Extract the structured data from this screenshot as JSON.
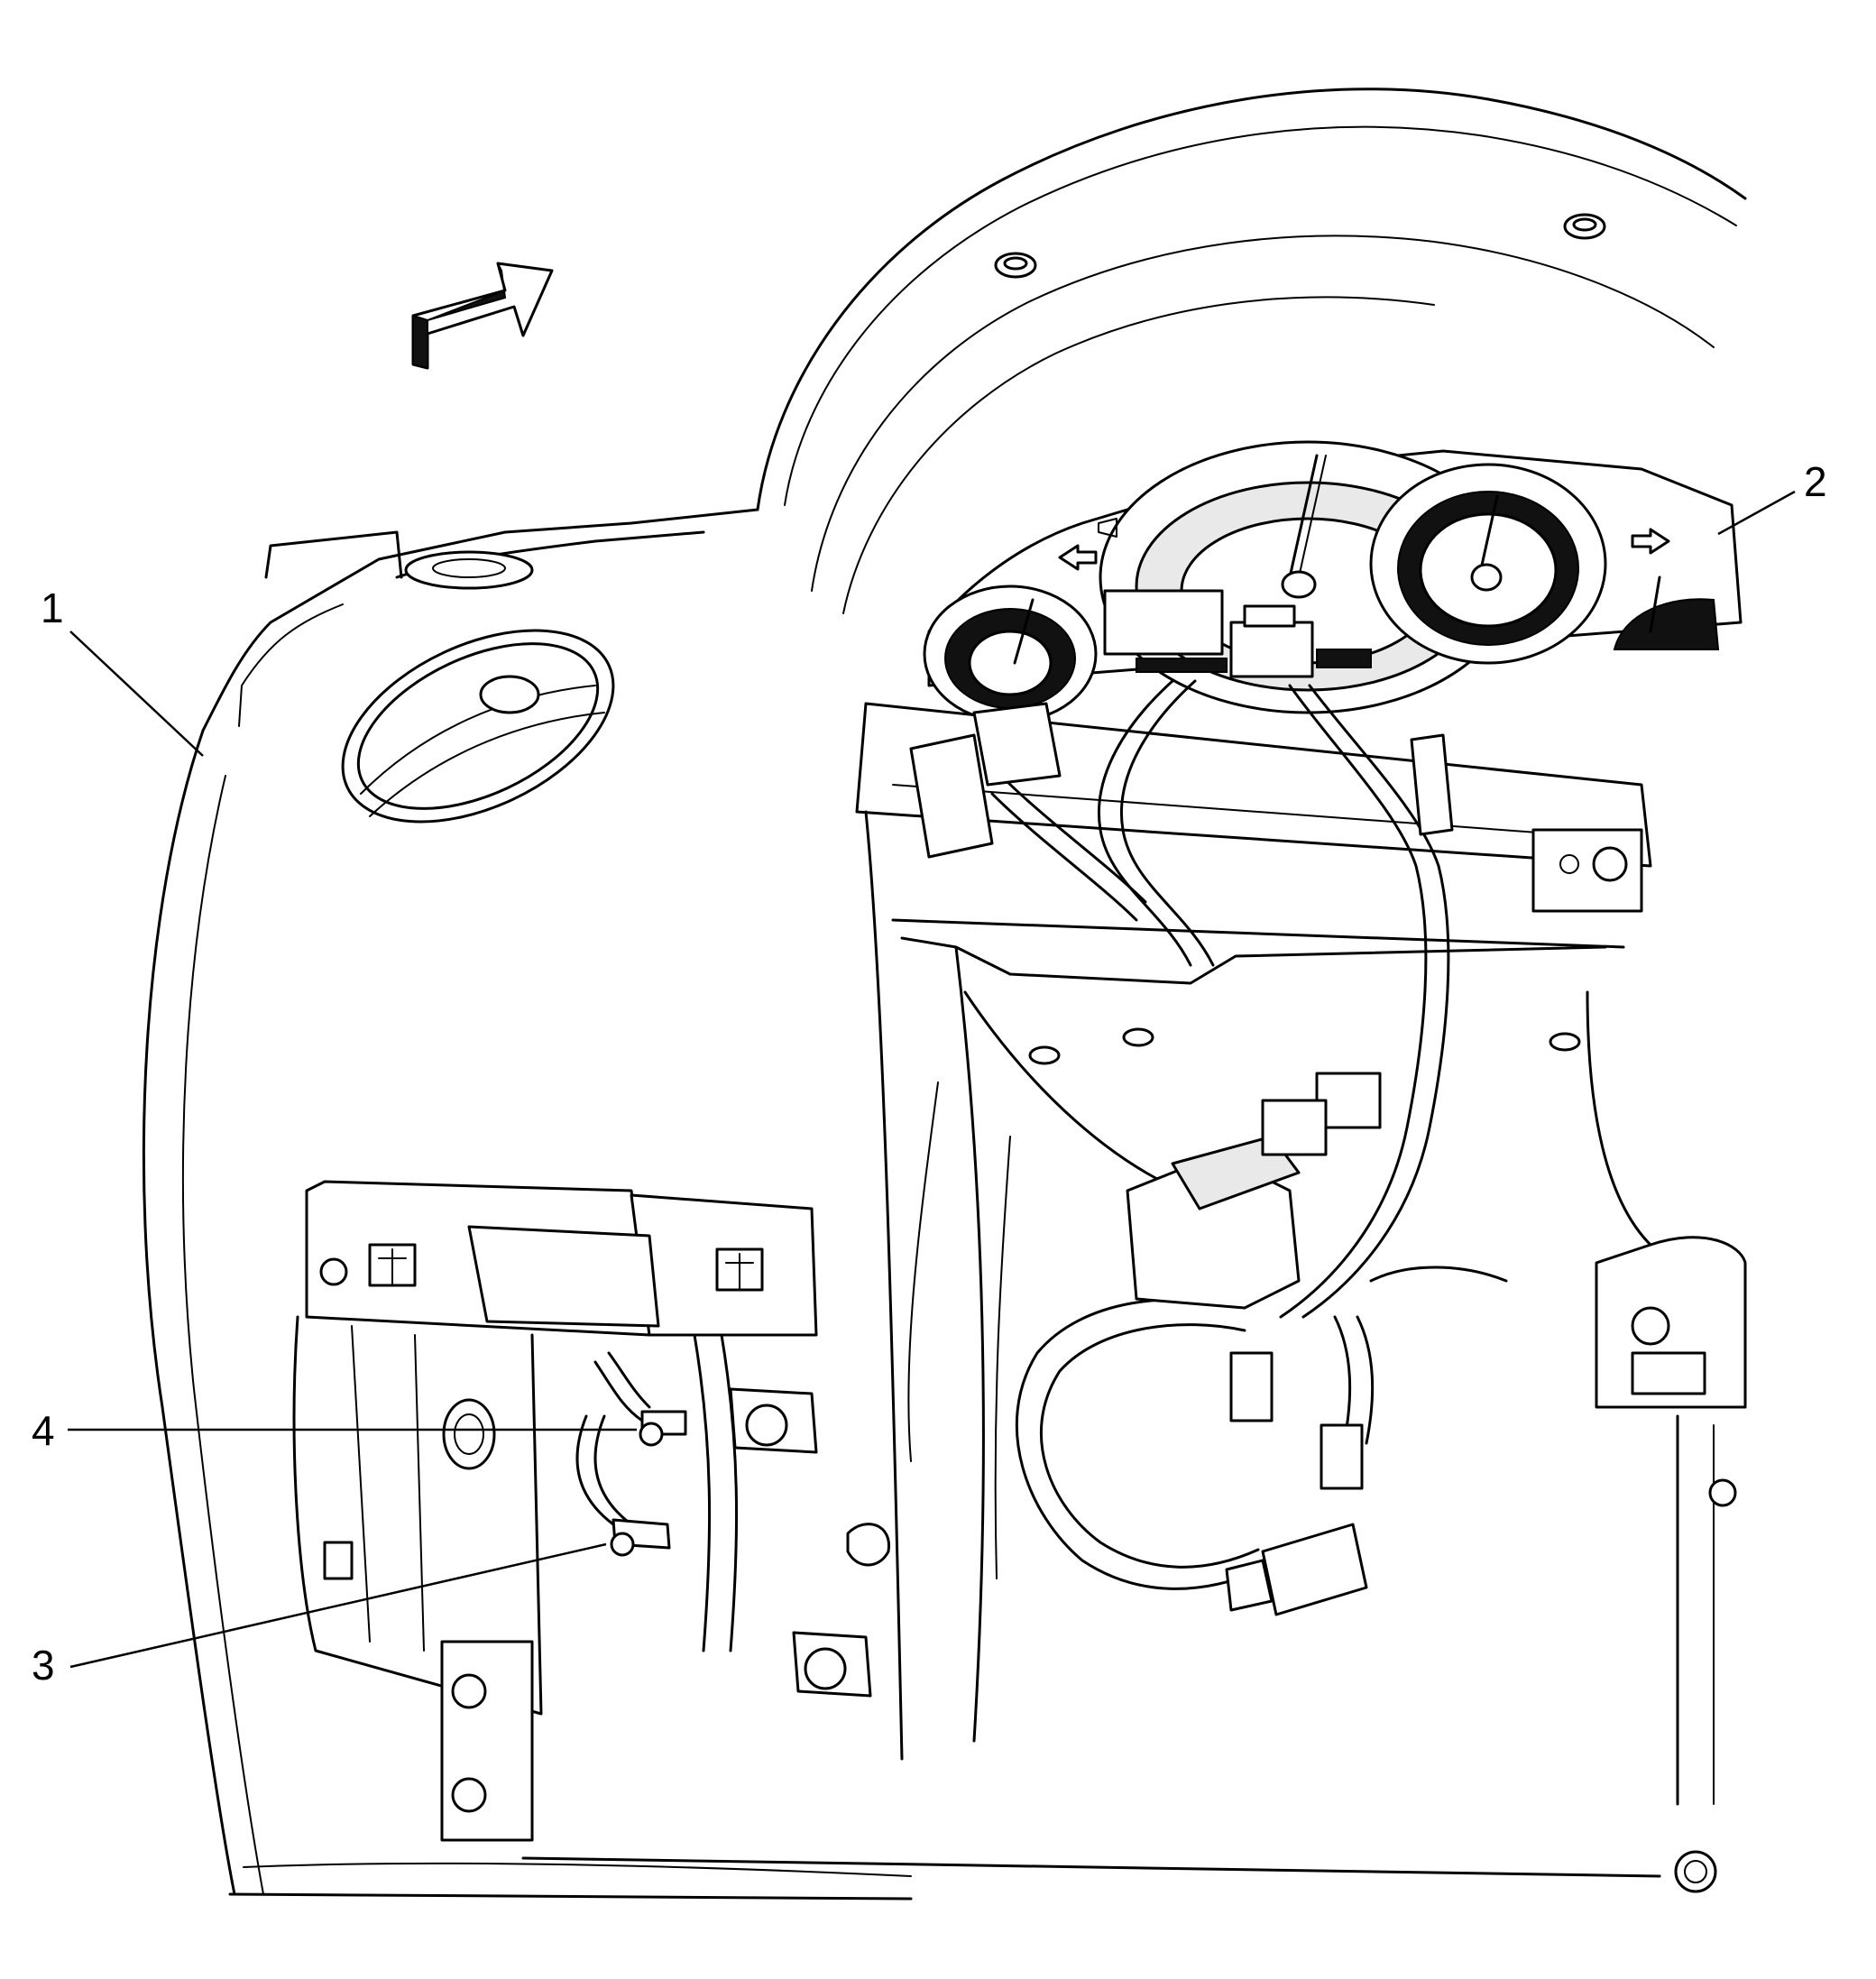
{
  "callouts": [
    {
      "id": "1",
      "label": "1"
    },
    {
      "id": "2",
      "label": "2"
    },
    {
      "id": "3",
      "label": "3"
    },
    {
      "id": "4",
      "label": "4"
    }
  ],
  "icons": {
    "direction": "front-direction-arrow-icon"
  }
}
